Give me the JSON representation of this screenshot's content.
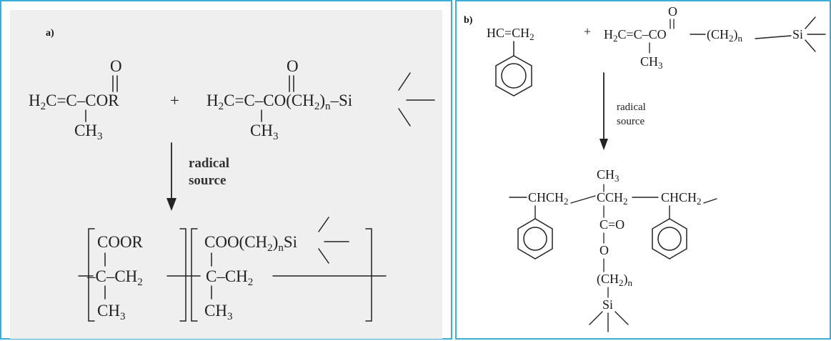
{
  "panel_a": {
    "label": "a)",
    "monomer1": {
      "carbonyl_o": "O",
      "left": "H",
      "left_sub": "2",
      "backbone": "C=C–COR",
      "methyl": "CH",
      "methyl_sub": "3"
    },
    "plus": "+",
    "monomer2": {
      "carbonyl_o": "O",
      "left": "H",
      "left_sub": "2",
      "backbone": "C=C–CO(CH",
      "chain_sub": "2",
      "chain_close": ")",
      "n": "n",
      "si": "–Si",
      "methyl": "CH",
      "methyl_sub": "3"
    },
    "arrow_label_1": "radical",
    "arrow_label_2": "source",
    "product": {
      "unit1_top": "COOR",
      "unit1_mid": "–C–CH",
      "unit1_mid_sub": "2",
      "unit1_bottom": "CH",
      "unit1_bottom_sub": "3",
      "unit2_top": "COO(CH",
      "unit2_top_sub": "2",
      "unit2_top_close": ")",
      "unit2_top_n": "n",
      "unit2_top_si": "Si",
      "unit2_mid": "C–CH",
      "unit2_mid_sub": "2",
      "unit2_bottom": "CH",
      "unit2_bottom_sub": "3"
    }
  },
  "panel_b": {
    "label": "b)",
    "styrene": {
      "text": "HC=CH",
      "sub": "2"
    },
    "plus": "+",
    "monomer2": {
      "carbonyl_o": "O",
      "left": "H",
      "left_sub": "2",
      "backbone": "C=C–CO",
      "chain": "(CH",
      "chain_sub": "2",
      "chain_close": ")",
      "n": "n",
      "si": "Si",
      "methyl": "CH",
      "methyl_sub": "3"
    },
    "arrow_label_1": "radical",
    "arrow_label_2": "source",
    "product": {
      "methyl": "CH",
      "methyl_sub": "3",
      "seg1": "CHCH",
      "seg1_sub": "2",
      "seg2": "CCH",
      "seg2_sub": "2",
      "seg3": "CHCH",
      "seg3_sub": "2",
      "carbonyl": "C=O",
      "oxygen": "O",
      "chain": "(CH",
      "chain_sub": "2",
      "chain_close": ")",
      "n": "n",
      "si": "Si"
    }
  }
}
